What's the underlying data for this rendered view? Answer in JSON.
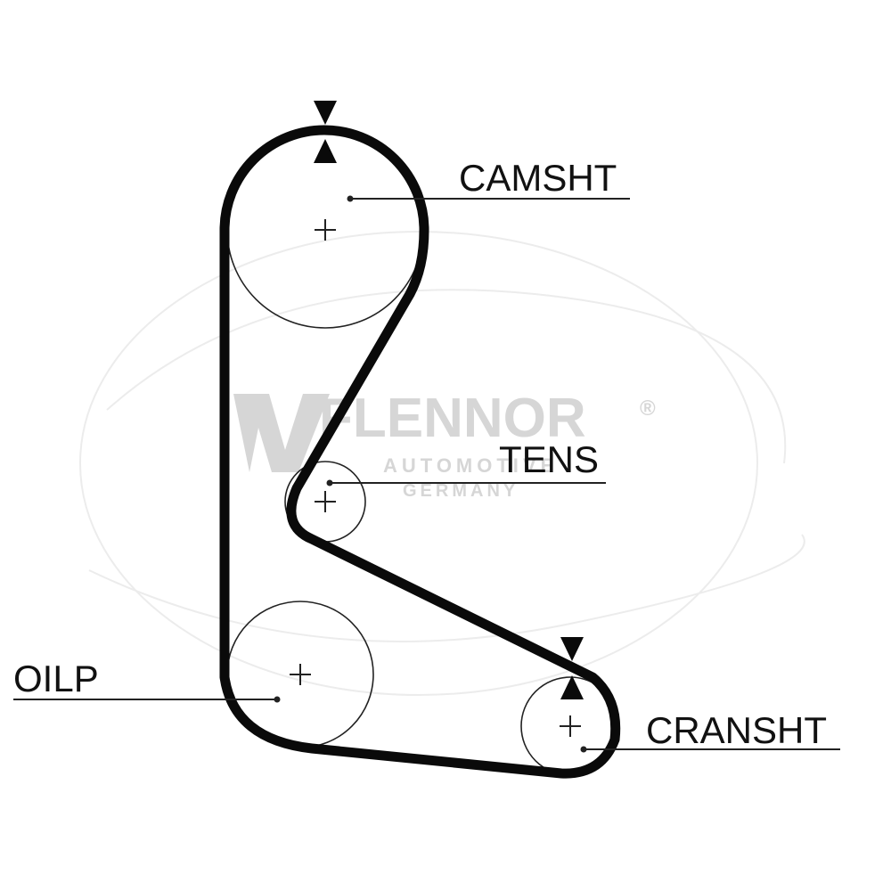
{
  "labels": {
    "camshaft": "CAMSHT",
    "tensioner": "TENS",
    "oil_pump": "OILP",
    "crankshaft": "CRANSHT"
  },
  "watermark": {
    "brand": "FLENNOR",
    "registered_mark": "®",
    "line1": "AUTOMOTIVE",
    "line2": "GERMANY"
  },
  "colors": {
    "belt": "#0a0a0a",
    "lines": "#222222",
    "watermark": "#d6d6d6",
    "background": "#ffffff"
  },
  "icons": [
    "timing-mark-triangle",
    "pulley-center-cross"
  ]
}
